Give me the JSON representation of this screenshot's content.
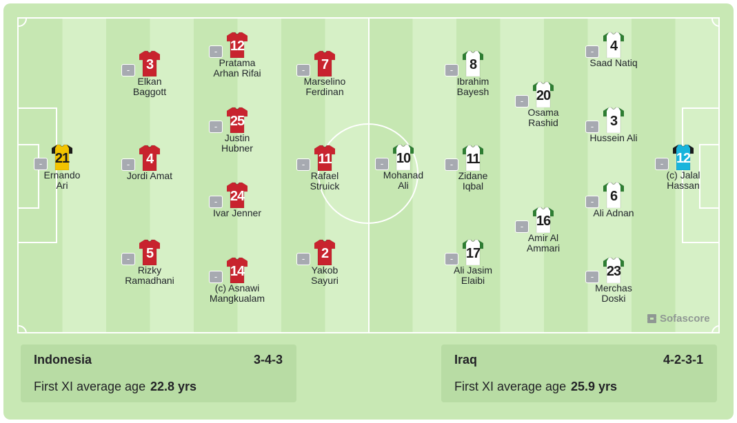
{
  "brand": "Sofascore",
  "colors": {
    "home_shirt": "#c8232e",
    "home_gk_shirt": "#f2c300",
    "away_shirt": "#ffffff",
    "away_trim": "#2e7d32",
    "away_gk_shirt": "#18b4dc"
  },
  "home": {
    "team": "Indonesia",
    "formation": "3-4-3",
    "age_label": "First XI average age",
    "age_value": "22.8 yrs",
    "players": [
      {
        "number": "21",
        "name": "Ernando\nAri",
        "rating": "-",
        "kit": "gk"
      },
      {
        "number": "3",
        "name": "Elkan\nBaggott",
        "rating": "-",
        "kit": "home"
      },
      {
        "number": "4",
        "name": "Jordi Amat",
        "rating": "-",
        "kit": "home"
      },
      {
        "number": "5",
        "name": "Rizky\nRamadhani",
        "rating": "-",
        "kit": "home"
      },
      {
        "number": "12",
        "name": "Pratama\nArhan Rifai",
        "rating": "-",
        "kit": "home"
      },
      {
        "number": "25",
        "name": "Justin\nHubner",
        "rating": "-",
        "kit": "home"
      },
      {
        "number": "24",
        "name": "Ivar Jenner",
        "rating": "-",
        "kit": "home"
      },
      {
        "number": "14",
        "name": "(c) Asnawi\nMangkualam",
        "rating": "-",
        "kit": "home"
      },
      {
        "number": "7",
        "name": "Marselino\nFerdinan",
        "rating": "-",
        "kit": "home"
      },
      {
        "number": "11",
        "name": "Rafael\nStruick",
        "rating": "-",
        "kit": "home"
      },
      {
        "number": "2",
        "name": "Yakob\nSayuri",
        "rating": "-",
        "kit": "home"
      }
    ]
  },
  "away": {
    "team": "Iraq",
    "formation": "4-2-3-1",
    "age_label": "First XI average age",
    "age_value": "25.9 yrs",
    "players": [
      {
        "number": "10",
        "name": "Mohanad\nAli",
        "rating": "-",
        "kit": "away"
      },
      {
        "number": "8",
        "name": "Ibrahim\nBayesh",
        "rating": "-",
        "kit": "away"
      },
      {
        "number": "11",
        "name": "Zidane\nIqbal",
        "rating": "-",
        "kit": "away"
      },
      {
        "number": "17",
        "name": "Ali Jasim\nElaibi",
        "rating": "-",
        "kit": "away"
      },
      {
        "number": "20",
        "name": "Osama\nRashid",
        "rating": "-",
        "kit": "away"
      },
      {
        "number": "16",
        "name": "Amir Al\nAmmari",
        "rating": "-",
        "kit": "away"
      },
      {
        "number": "4",
        "name": "Saad Natiq",
        "rating": "-",
        "kit": "away"
      },
      {
        "number": "3",
        "name": "Hussein Ali",
        "rating": "-",
        "kit": "away"
      },
      {
        "number": "6",
        "name": "Ali Adnan",
        "rating": "-",
        "kit": "away"
      },
      {
        "number": "23",
        "name": "Merchas\nDoski",
        "rating": "-",
        "kit": "away"
      },
      {
        "number": "12",
        "name": "(c) Jalal\nHassan",
        "rating": "-",
        "kit": "awaygk"
      }
    ]
  }
}
